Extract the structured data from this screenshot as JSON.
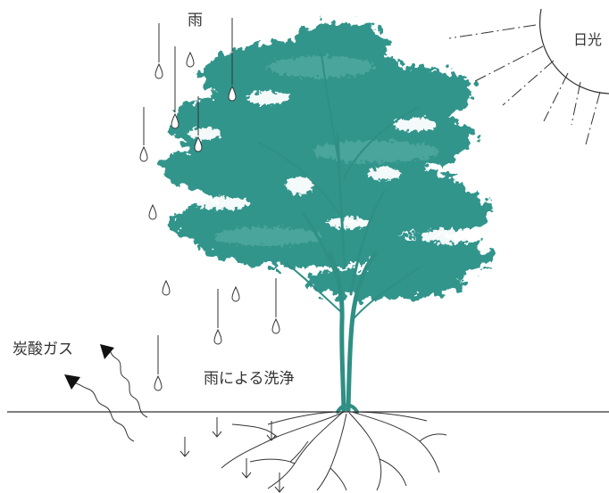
{
  "labels": {
    "rain": "雨",
    "sunlight": "日光",
    "carbon_dioxide": "炭酸ガス",
    "rain_washing": "雨による洗浄"
  },
  "colors": {
    "foliage": "#1a8a80",
    "foliage_light": "#5fb3aa",
    "trunk": "#2f8f84",
    "line": "#333333",
    "text": "#333333",
    "background": "#ffffff"
  },
  "icons": [
    "raindrop-icon",
    "arrow-up-icon",
    "arrow-down-icon",
    "sun-icon"
  ]
}
